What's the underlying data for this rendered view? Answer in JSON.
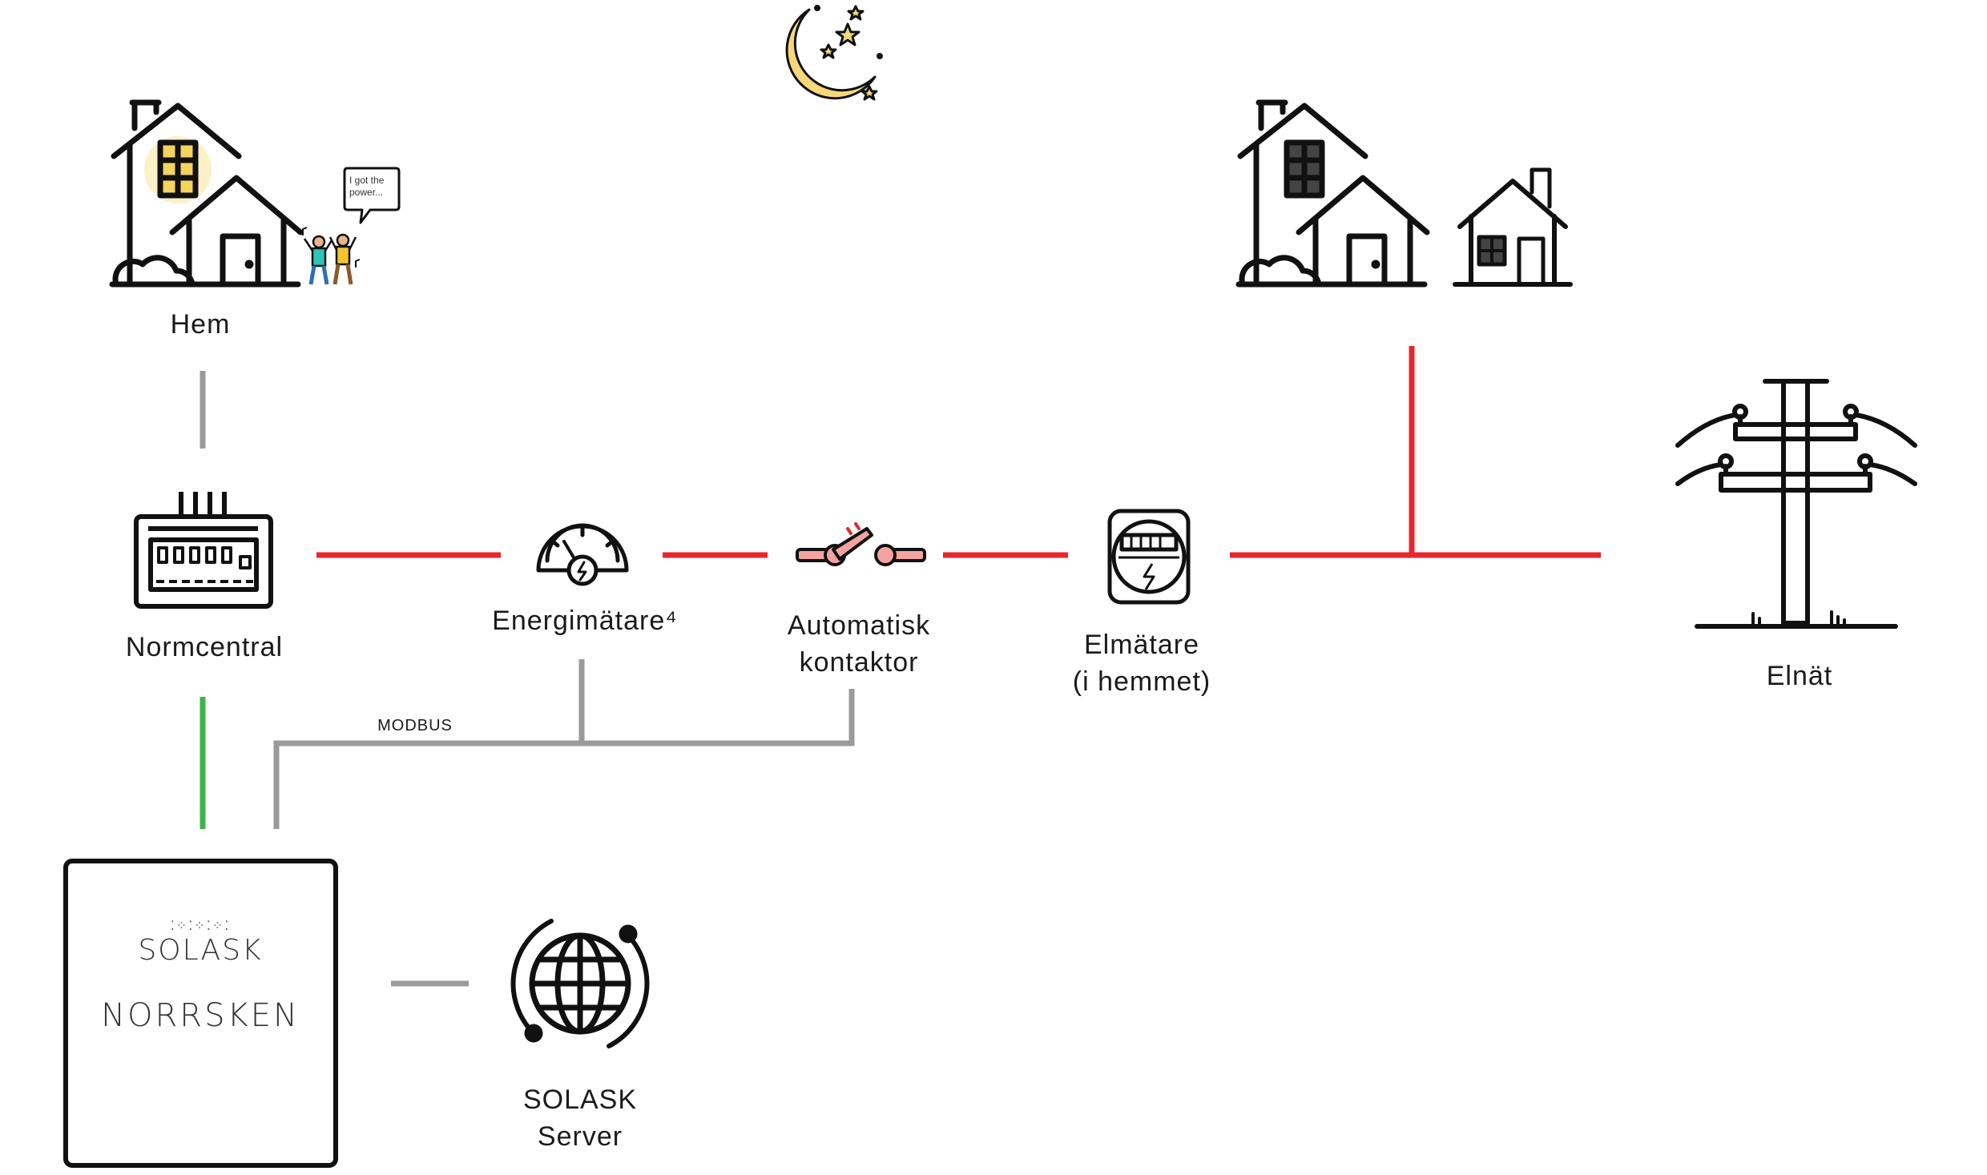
{
  "nodes": {
    "hem": "Hem",
    "normcentral": "Normcentral",
    "energimatare": "Energimätare⁴",
    "kontaktor_line1": "Automatisk",
    "kontaktor_line2": "kontaktor",
    "elmatare_line1": "Elmätare",
    "elmatare_line2": "(i hemmet)",
    "elnat": "Elnät",
    "server_line1": "SOLASK",
    "server_line2": "Server"
  },
  "device": {
    "brand": "SOLASK",
    "model": "NORRSKEN"
  },
  "bus_label": "MODBUS",
  "speech_bubble": "I got the power...",
  "colors": {
    "power_line": "#e8262c",
    "data_line": "#9a9a9a",
    "green_line": "#3bb54a",
    "icon_stroke": "#111111",
    "window_lit": "#f4d35e",
    "switch_pink": "#f4a3a0"
  }
}
